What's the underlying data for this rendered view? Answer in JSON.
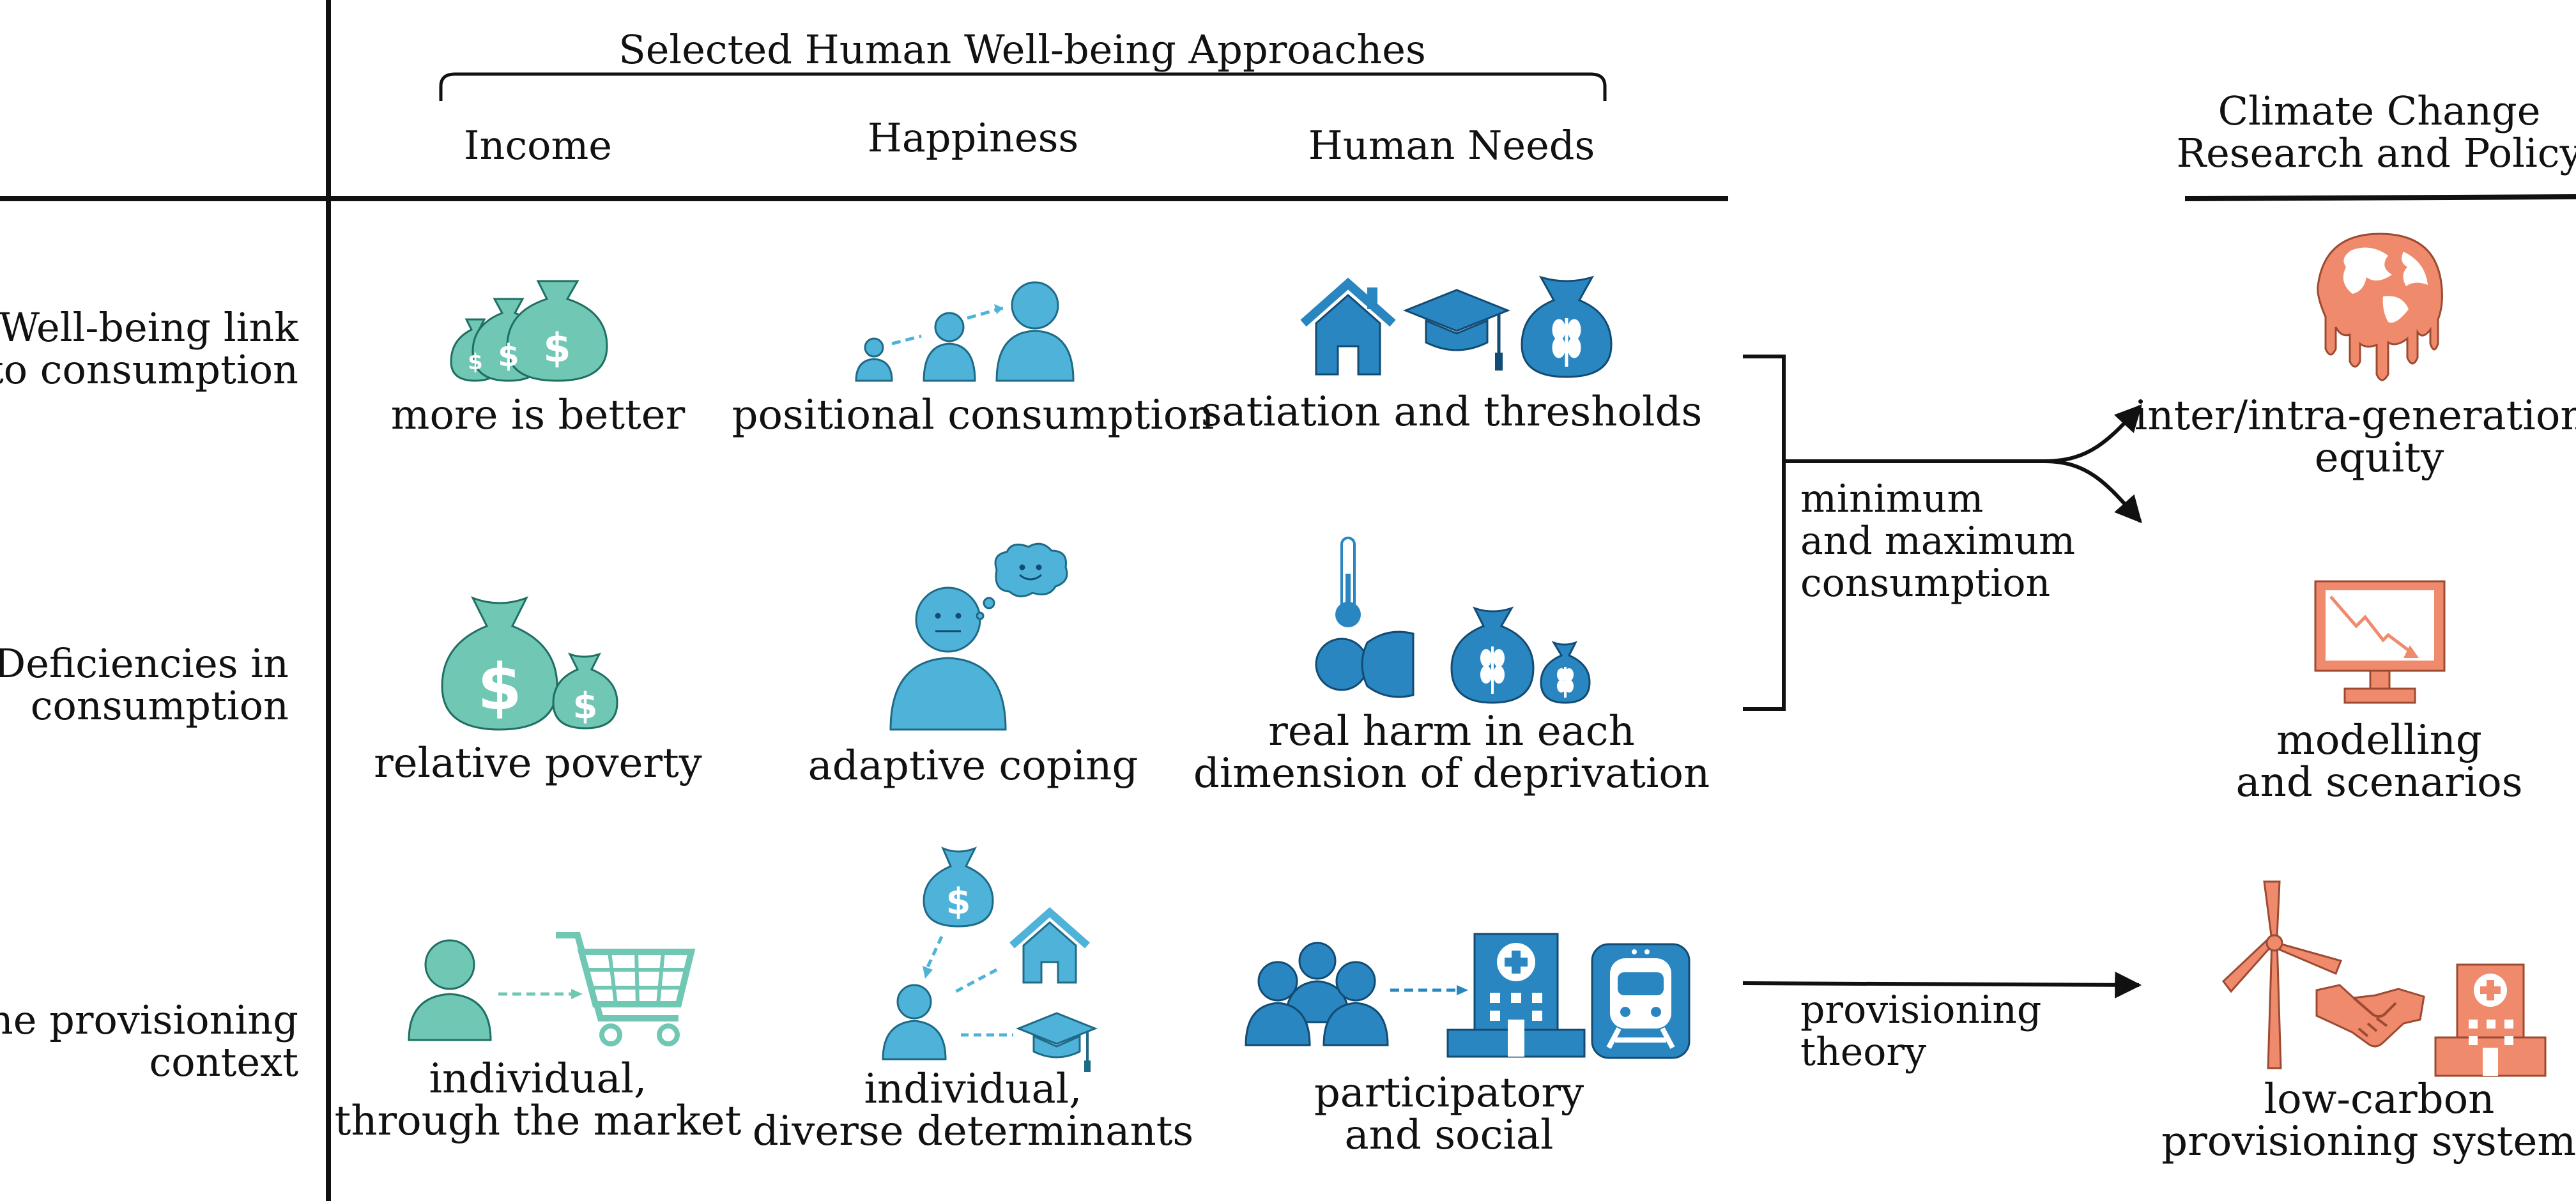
{
  "header": {
    "approaches_title": "Selected Human Well-being Approaches",
    "columns": [
      "Income",
      "Happiness",
      "Human Needs"
    ],
    "right_title_line1": "Climate Change",
    "right_title_line2": "Research and Policy"
  },
  "rows": [
    {
      "label_line1": "Well-being link",
      "label_line2": "to consumption"
    },
    {
      "label_line1": "Deficiencies in",
      "label_line2": "consumption"
    },
    {
      "label_line1": "The provisioning",
      "label_line2": "context"
    }
  ],
  "cells": {
    "r1c1": [
      "more is better"
    ],
    "r1c2": [
      "positional consumption"
    ],
    "r1c3": [
      "satiation and thresholds"
    ],
    "r2c1": [
      "relative poverty"
    ],
    "r2c2": [
      "adaptive coping"
    ],
    "r2c3": [
      "real harm in each",
      "dimension of deprivation"
    ],
    "r3c1": [
      "individual,",
      "through the market"
    ],
    "r3c2": [
      "individual,",
      "diverse determinants"
    ],
    "r3c3": [
      "participatory",
      "and social"
    ]
  },
  "connectors": {
    "bracket_label": [
      "minimum",
      "and maximum",
      "consumption"
    ],
    "arrow_label": [
      "provisioning",
      "theory"
    ]
  },
  "outcomes": {
    "o1": [
      "inter/intra-generational",
      "equity"
    ],
    "o2": [
      "modelling",
      "and scenarios"
    ],
    "o3": [
      "low-carbon",
      "provisioning systems"
    ]
  },
  "icons": {
    "r1c1": "money-bags-icon",
    "r1c2": "growing-persons-icon",
    "r1c3": [
      "house-icon",
      "graduation-cap-icon",
      "grain-bag-icon"
    ],
    "r2c1": "money-bags-icon",
    "r2c2": "person-thinking-happy-icon",
    "r2c3": [
      "thermometer-icon",
      "people-heads-icon",
      "grain-bags-icon"
    ],
    "r3c1": [
      "person-icon",
      "shopping-cart-icon"
    ],
    "r3c2": [
      "money-bag-icon",
      "house-icon",
      "person-icon",
      "graduation-cap-icon"
    ],
    "r3c3": [
      "group-icon",
      "hospital-icon",
      "train-icon"
    ],
    "o1": "melting-globe-icon",
    "o2": "monitor-chart-icon",
    "o3": [
      "wind-turbine-icon",
      "handshake-icon",
      "hospital-icon"
    ]
  },
  "colors": {
    "income": "#6fc7b4",
    "happiness": "#4fb3d9",
    "needs": "#2a86c1",
    "climate": "#f08a6c",
    "line": "#111111"
  }
}
